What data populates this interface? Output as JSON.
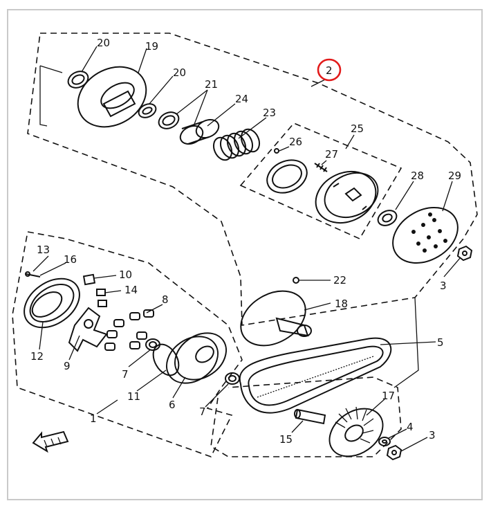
{
  "callouts": [
    {
      "text": "20",
      "id": "20a"
    },
    {
      "text": "19",
      "id": "19"
    },
    {
      "text": "20",
      "id": "20b"
    },
    {
      "text": "21",
      "id": "21"
    },
    {
      "text": "24",
      "id": "24"
    },
    {
      "text": "23",
      "id": "23"
    },
    {
      "text": "25",
      "id": "25"
    },
    {
      "text": "26",
      "id": "26"
    },
    {
      "text": "27",
      "id": "27"
    },
    {
      "text": "28",
      "id": "28"
    },
    {
      "text": "29",
      "id": "29"
    },
    {
      "text": "2",
      "id": "2",
      "highlighted": true
    },
    {
      "text": "3",
      "id": "3a"
    },
    {
      "text": "13",
      "id": "13"
    },
    {
      "text": "16",
      "id": "16"
    },
    {
      "text": "10",
      "id": "10"
    },
    {
      "text": "14",
      "id": "14"
    },
    {
      "text": "8",
      "id": "8"
    },
    {
      "text": "22",
      "id": "22"
    },
    {
      "text": "18",
      "id": "18"
    },
    {
      "text": "12",
      "id": "12"
    },
    {
      "text": "9",
      "id": "9"
    },
    {
      "text": "7",
      "id": "7a"
    },
    {
      "text": "11",
      "id": "11"
    },
    {
      "text": "6",
      "id": "6"
    },
    {
      "text": "7",
      "id": "7b"
    },
    {
      "text": "5",
      "id": "5"
    },
    {
      "text": "1",
      "id": "1"
    },
    {
      "text": "17",
      "id": "17"
    },
    {
      "text": "4",
      "id": "4"
    },
    {
      "text": "3",
      "id": "3b"
    },
    {
      "text": "15",
      "id": "15"
    }
  ],
  "colors": {
    "highlight": "#e21b1b",
    "line": "#111111",
    "frame": "#c9c9c9"
  }
}
